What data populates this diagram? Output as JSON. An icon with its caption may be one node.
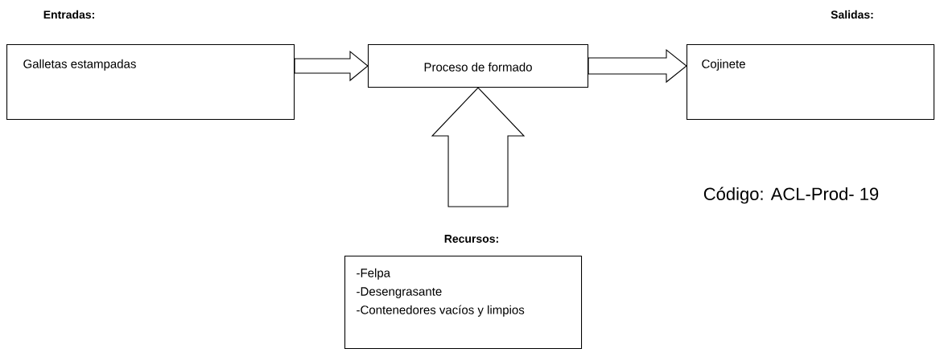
{
  "diagram": {
    "nodes": [
      {
        "text": [
          "Entradas:",
          "Galletas estampadas"
        ]
      },
      {
        "text": [
          "Proceso de formado"
        ]
      },
      {
        "text": [
          "Salidas:",
          "Cojinete"
        ]
      },
      {
        "text": [
          "Recursos:",
          "-Felpa",
          "-Desengrasante",
          "-Contenedores vacíos y limpios"
        ]
      }
    ],
    "edges": [
      {
        "from": 0,
        "to": 1,
        "arrow": "to"
      },
      {
        "from": 1,
        "to": 2,
        "arrow": "to"
      },
      {
        "from": 3,
        "to": 1,
        "arrow": "to"
      }
    ],
    "labels": [
      "Código: ACL-Prod- 19"
    ]
  }
}
